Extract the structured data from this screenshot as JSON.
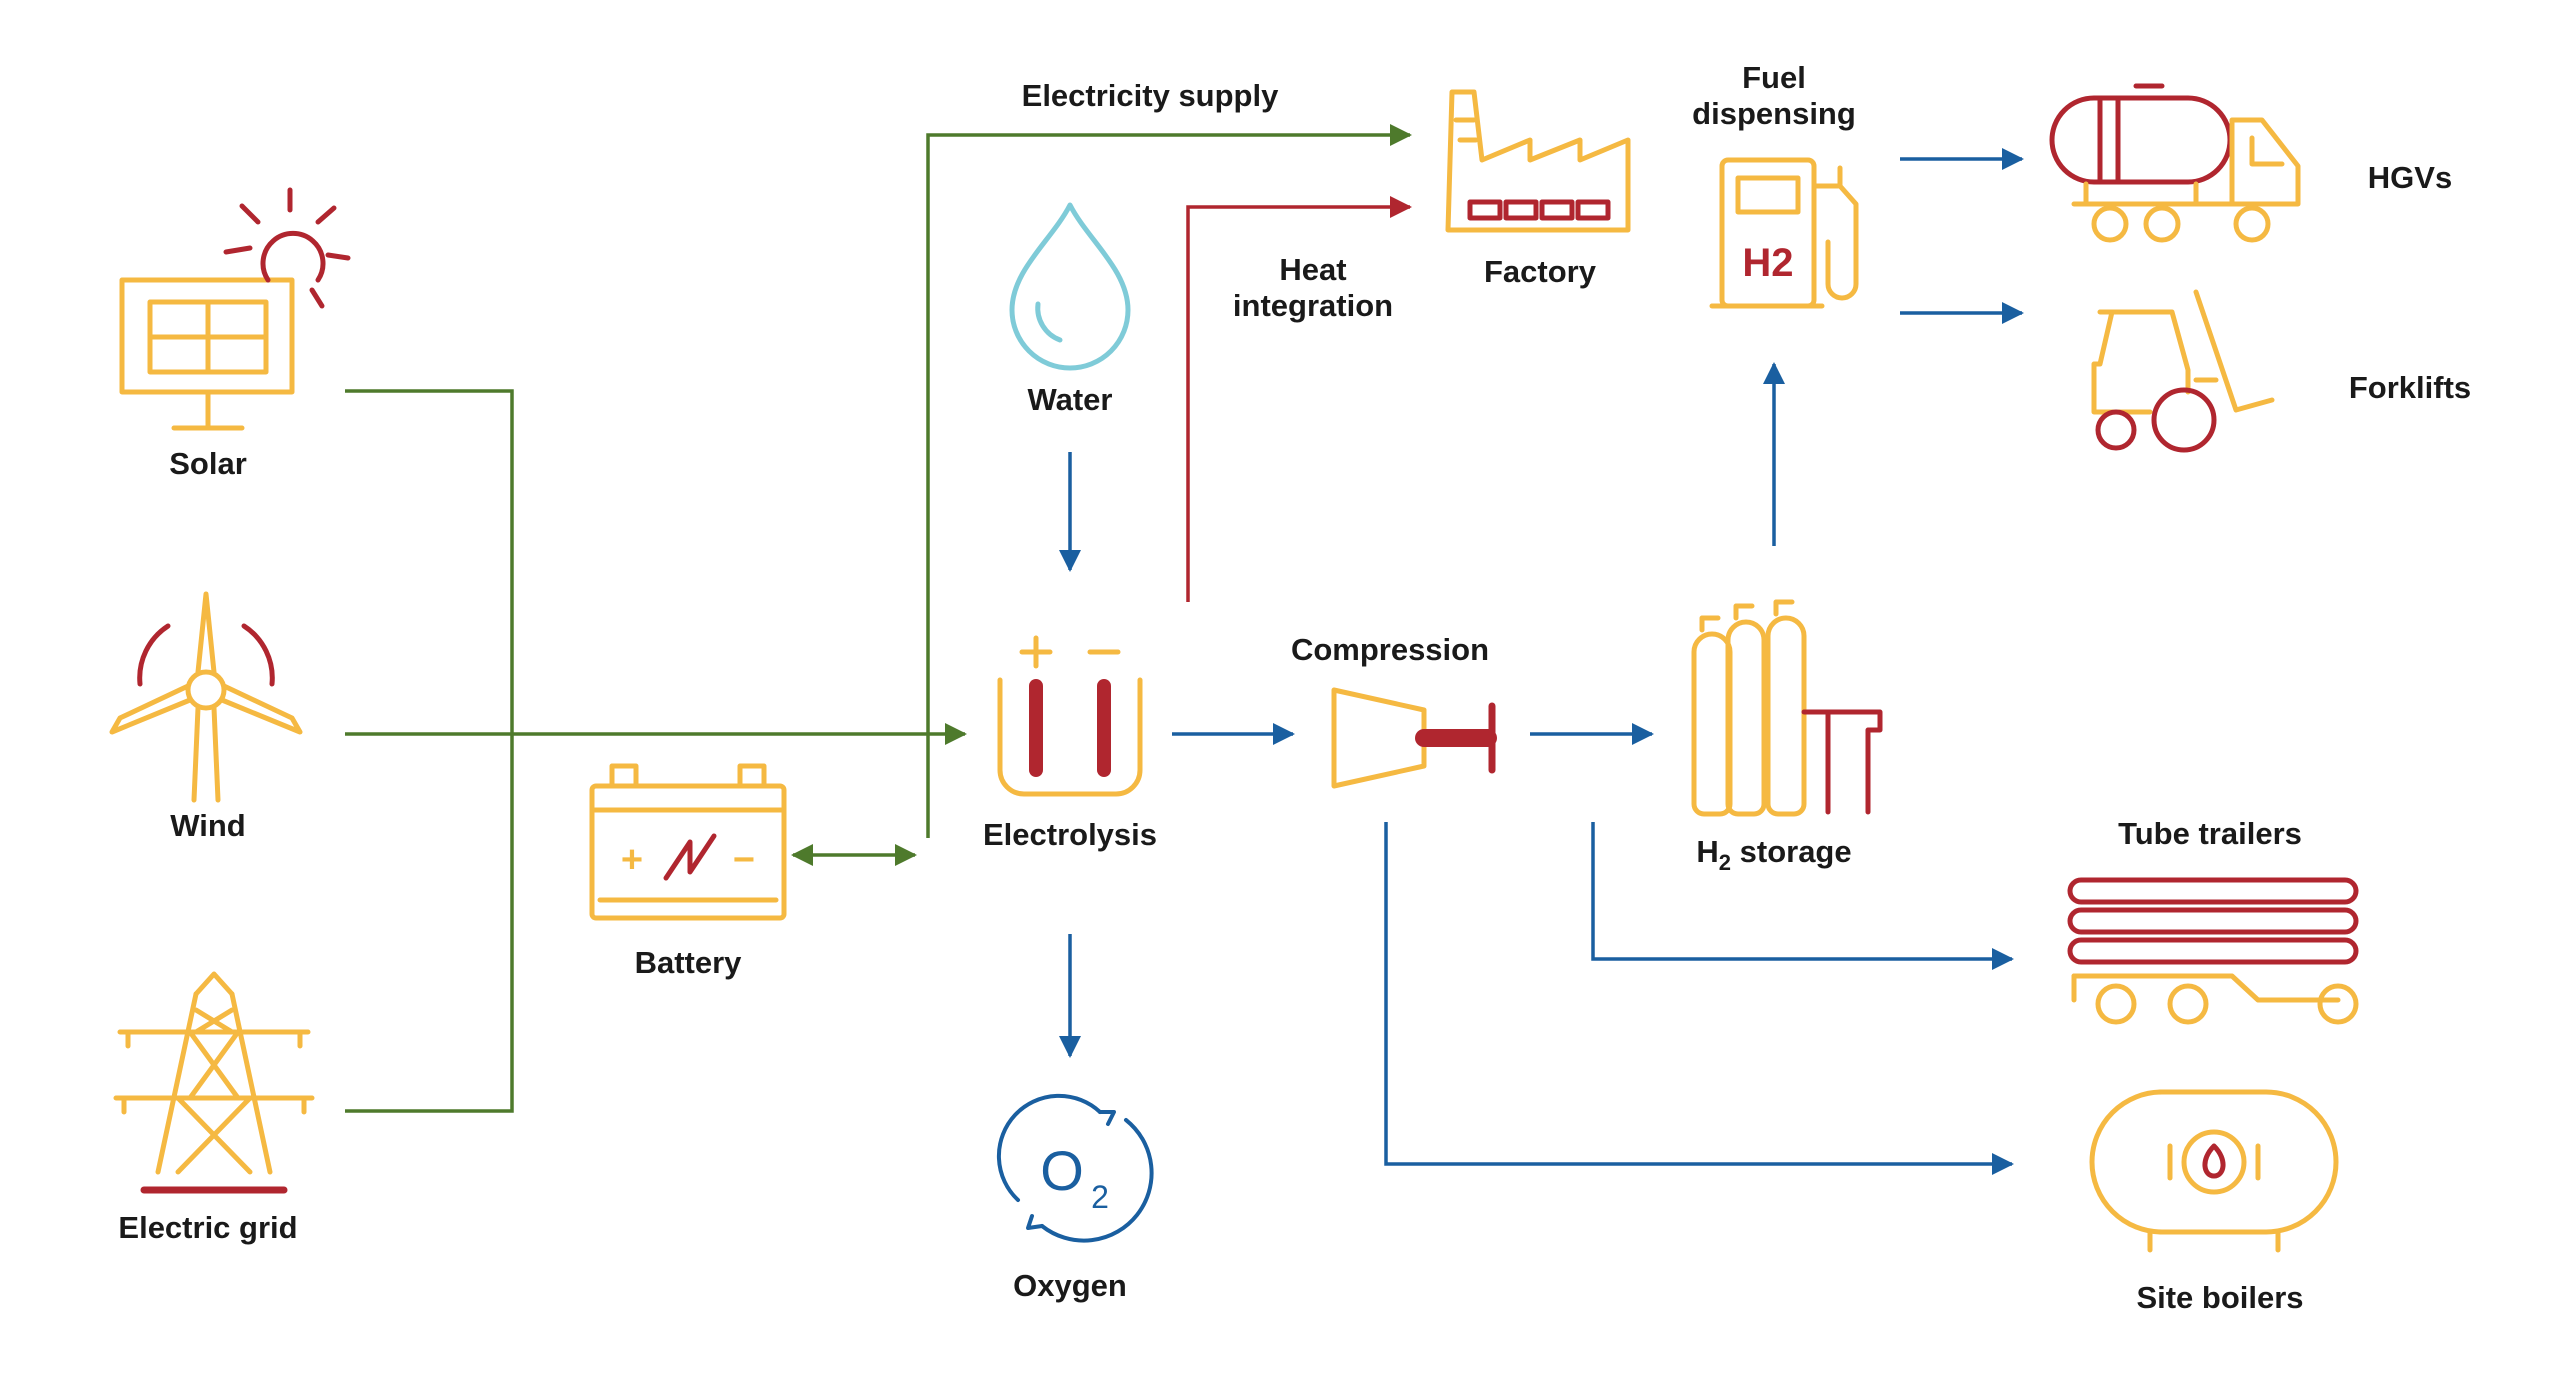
{
  "colors": {
    "yellow": "#f5b942",
    "red": "#b0262f",
    "green": "#4e7a2c",
    "blue": "#1a5fa0",
    "water": "#7fcbd8",
    "text": "#1a1a1a"
  },
  "labels": {
    "solar": "Solar",
    "wind": "Wind",
    "electric_grid": "Electric grid",
    "battery": "Battery",
    "water": "Water",
    "electrolysis": "Electrolysis",
    "oxygen": "Oxygen",
    "electricity_supply": "Electricity supply",
    "heat_integration": "Heat integration",
    "factory": "Factory",
    "compression": "Compression",
    "fuel_dispensing": "Fuel dispensing",
    "h2_storage_prefix": "H",
    "h2_storage_sub": "2",
    "h2_storage_suffix": " storage",
    "hgvs": "HGVs",
    "forklifts": "Forklifts",
    "tube_trailers": "Tube trailers",
    "site_boilers": "Site boilers",
    "pump_text": "H2",
    "battery_plus": "+",
    "battery_minus": "−",
    "electrolysis_plus": "+",
    "electrolysis_minus": "−",
    "oxygen_o": "O",
    "oxygen_sub": "2"
  },
  "icons": {
    "solar": "solar-panel-icon",
    "wind": "wind-turbine-icon",
    "grid": "electricity-pylon-icon",
    "battery": "battery-icon",
    "water": "water-drop-icon",
    "electrolysis": "electrolyser-icon",
    "oxygen": "oxygen-icon",
    "factory": "factory-icon",
    "compression": "compressor-icon",
    "fuel": "fuel-pump-icon",
    "storage": "gas-cylinders-icon",
    "hgv": "tanker-truck-icon",
    "forklift": "forklift-icon",
    "tube_trailer": "tube-trailer-icon",
    "boiler": "boiler-icon"
  }
}
